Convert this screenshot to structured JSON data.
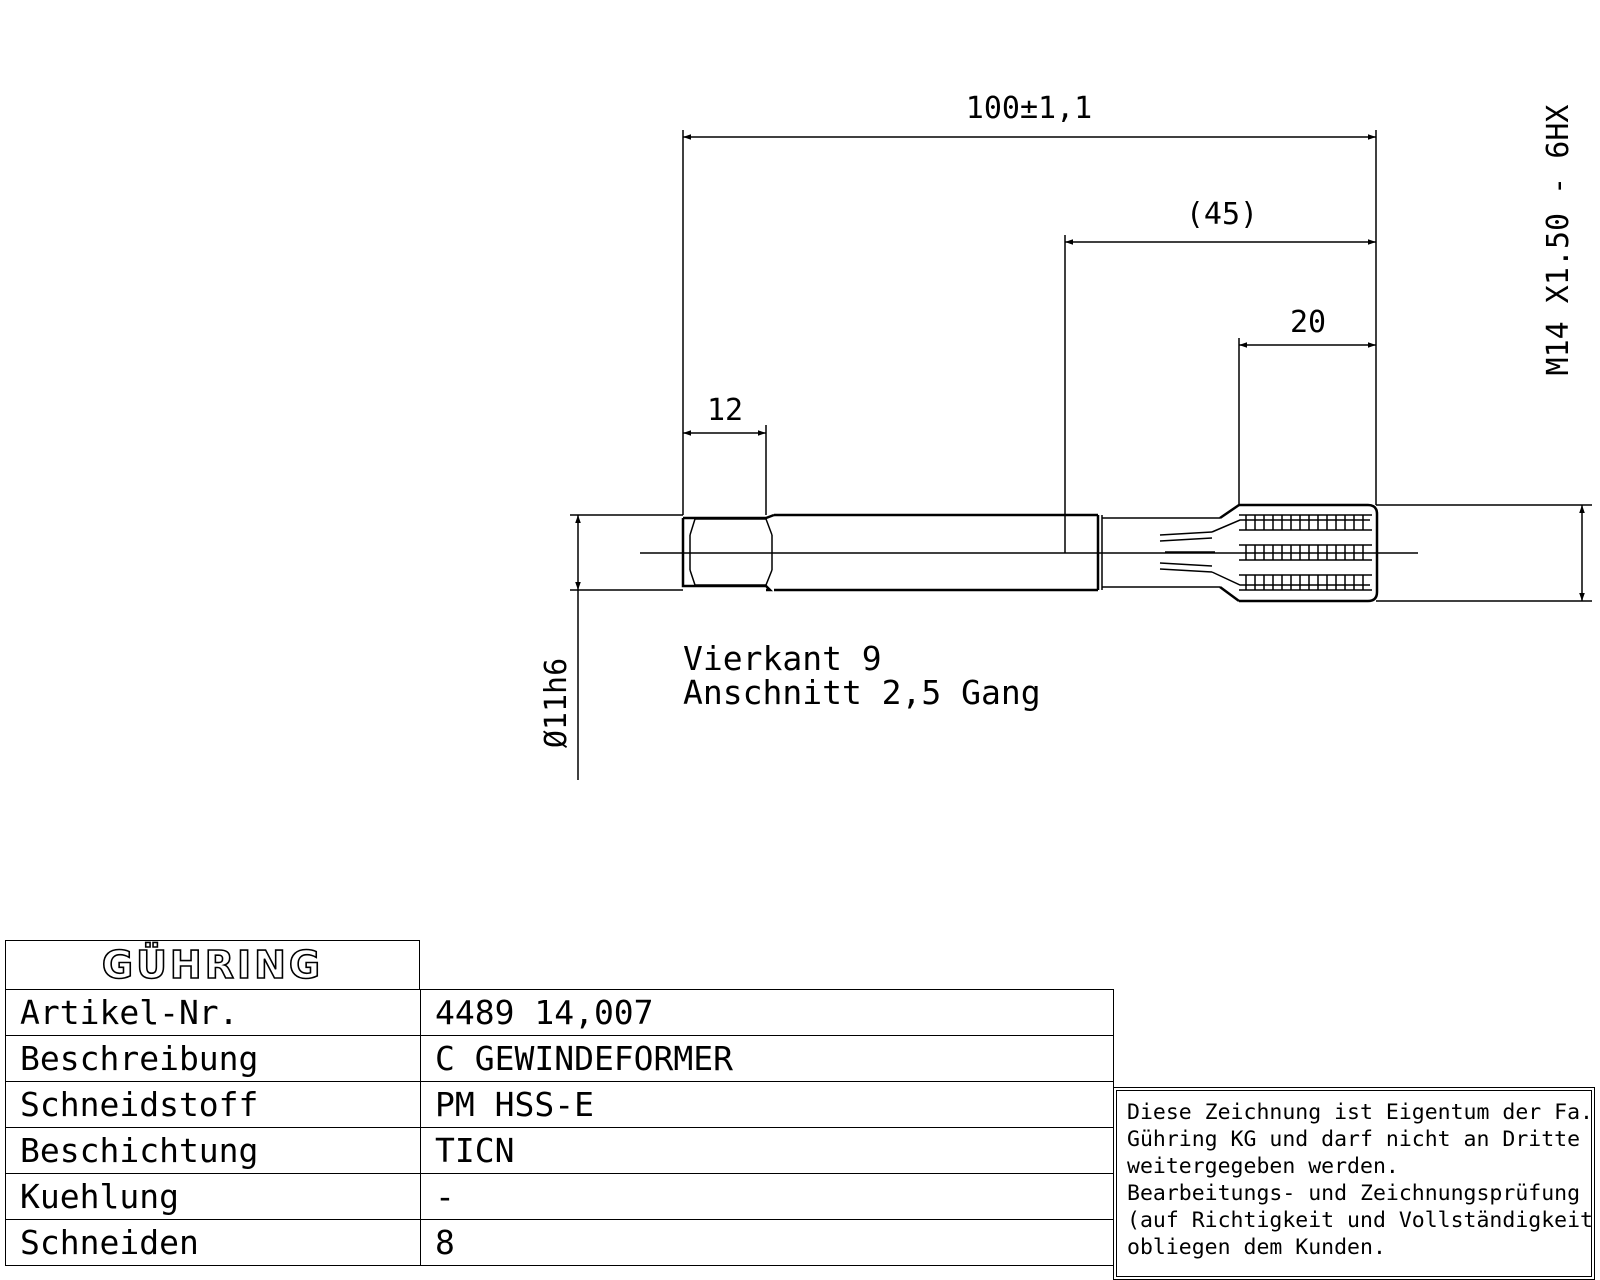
{
  "drawing": {
    "dim_overall": "100±1,1",
    "dim_neck": "(45)",
    "dim_thread": "20",
    "dim_square": "12",
    "thread_spec": "M14  X1.50 - 6HX",
    "shank_diameter": "Ø11h6",
    "note_line1": "Vierkant 9",
    "note_line2": "Anschnitt 2,5 Gang"
  },
  "titleblock": {
    "logo": "GÜHRING",
    "rows": [
      {
        "label": "Artikel-Nr.",
        "value": "4489 14,007"
      },
      {
        "label": "Beschreibung",
        "value": "C GEWINDEFORMER"
      },
      {
        "label": "Schneidstoff",
        "value": "PM HSS-E"
      },
      {
        "label": "Beschichtung",
        "value": "TICN"
      },
      {
        "label": "Kuehlung",
        "value": "-"
      },
      {
        "label": "Schneiden",
        "value": "8"
      }
    ],
    "notice": [
      "Diese Zeichnung ist Eigentum der Fa.",
      "Gühring KG und darf nicht an Dritte",
      "weitergegeben werden.",
      "Bearbeitungs- und Zeichnungsprüfung",
      "(auf Richtigkeit und Vollständigkeit)",
      "obliegen dem Kunden."
    ]
  }
}
